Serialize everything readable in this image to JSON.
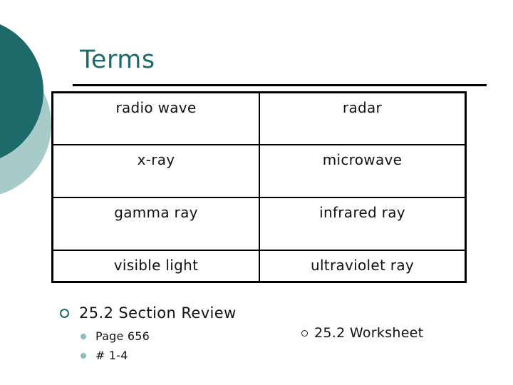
{
  "slide_title": "Terms",
  "colors": {
    "accent_dark": "#1e6969",
    "accent_light": "#a7cbc8",
    "bullet_dot": "#8fbdbc",
    "text": "#111111",
    "line": "#000000"
  },
  "table": {
    "rows": [
      [
        "radio wave",
        "radar"
      ],
      [
        "x-ray",
        "microwave"
      ],
      [
        "gamma ray",
        "infrared ray"
      ],
      [
        "visible light",
        "ultraviolet ray"
      ]
    ]
  },
  "review": {
    "heading": "25.2 Section Review",
    "items": [
      "Page 656",
      "# 1-4"
    ]
  },
  "worksheet": {
    "label": "25.2 Worksheet"
  }
}
